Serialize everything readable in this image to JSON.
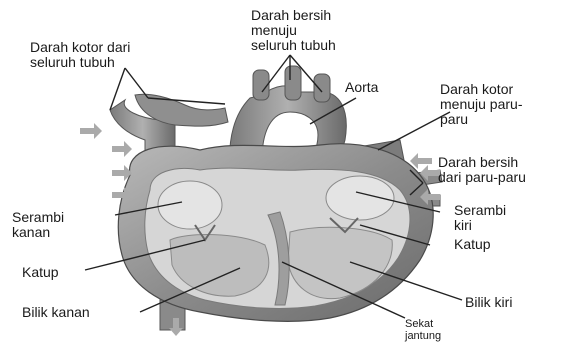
{
  "labels": {
    "darah_kotor_dari_tubuh": "Darah kotor dari\n   seluruh tubuh",
    "darah_bersih_ke_tubuh": "Darah bersih\nmenuju\nseluruh tubuh",
    "aorta": "Aorta",
    "darah_kotor_ke_paru": "Darah kotor\nmenuju paru-\nparu",
    "darah_bersih_dari_paru": "Darah bersih\ndari paru-paru",
    "serambi_kanan": "Serambi\n  kanan",
    "serambi_kiri": "Serambi\n kiri",
    "katup_kanan": "Katup",
    "katup_kiri": "Katup",
    "bilik_kanan": "Bilik kanan",
    "bilik_kiri": "Bilik kiri",
    "sekat_jantung": "Sekat\njantung"
  },
  "colors": {
    "heart_dark": "#6e6e6e",
    "heart_mid": "#9a9a9a",
    "heart_light": "#c8c8c8",
    "interior": "#d9d9d9",
    "line": "#222222"
  }
}
